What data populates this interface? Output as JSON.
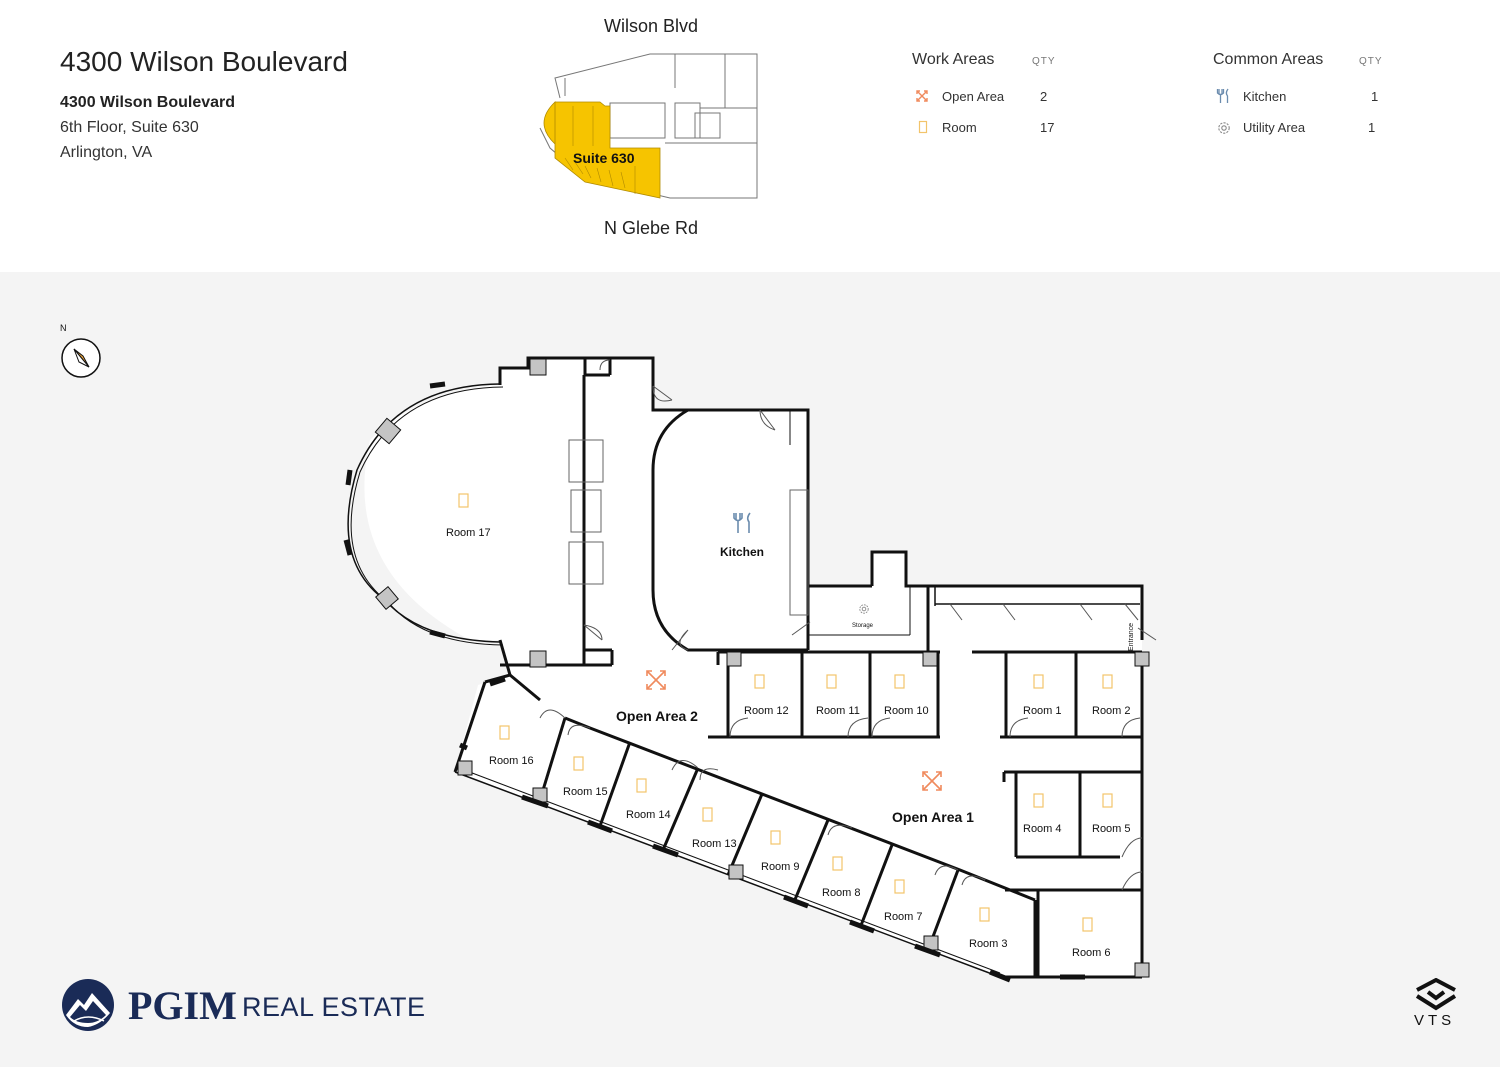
{
  "header": {
    "title": "4300 Wilson Boulevard",
    "building": "4300 Wilson Boulevard",
    "floor_suite": "6th Floor, Suite 630",
    "city": "Arlington, VA"
  },
  "keyplan": {
    "street_top": "Wilson Blvd",
    "street_bottom": "N Glebe Rd",
    "suite_label": "Suite 630",
    "highlight_color": "#f6c400"
  },
  "legend": {
    "work": {
      "heading": "Work Areas",
      "qty_label": "QTY",
      "items": [
        {
          "label": "Open Area",
          "qty": "2",
          "icon": "open-area-icon"
        },
        {
          "label": "Room",
          "qty": "17",
          "icon": "room-icon"
        }
      ]
    },
    "common": {
      "heading": "Common Areas",
      "qty_label": "QTY",
      "items": [
        {
          "label": "Kitchen",
          "qty": "1",
          "icon": "kitchen-icon"
        },
        {
          "label": "Utility Area",
          "qty": "1",
          "icon": "gear-icon"
        }
      ]
    }
  },
  "plan": {
    "north": "N",
    "rooms": {
      "room17": "Room 17",
      "kitchen": "Kitchen",
      "storage": "Storage",
      "entrance": "Entrance",
      "open2": "Open Area 2",
      "open1": "Open Area 1",
      "room12": "Room 12",
      "room11": "Room 11",
      "room10": "Room 10",
      "room1": "Room 1",
      "room2": "Room 2",
      "room16": "Room 16",
      "room15": "Room 15",
      "room14": "Room 14",
      "room13": "Room 13",
      "room9": "Room 9",
      "room8": "Room 8",
      "room7": "Room 7",
      "room3": "Room 3",
      "room6": "Room 6",
      "room4": "Room 4",
      "room5": "Room 5"
    },
    "colors": {
      "wall": "#111111",
      "room_icon": "#f2c46b",
      "open_icon": "#f08a5d",
      "kitchen_icon": "#6b8cae",
      "column": "#c4c4c4"
    }
  },
  "footer": {
    "brand_main": "PGIM",
    "brand_sub": "REAL ESTATE",
    "vts": "VTS"
  }
}
